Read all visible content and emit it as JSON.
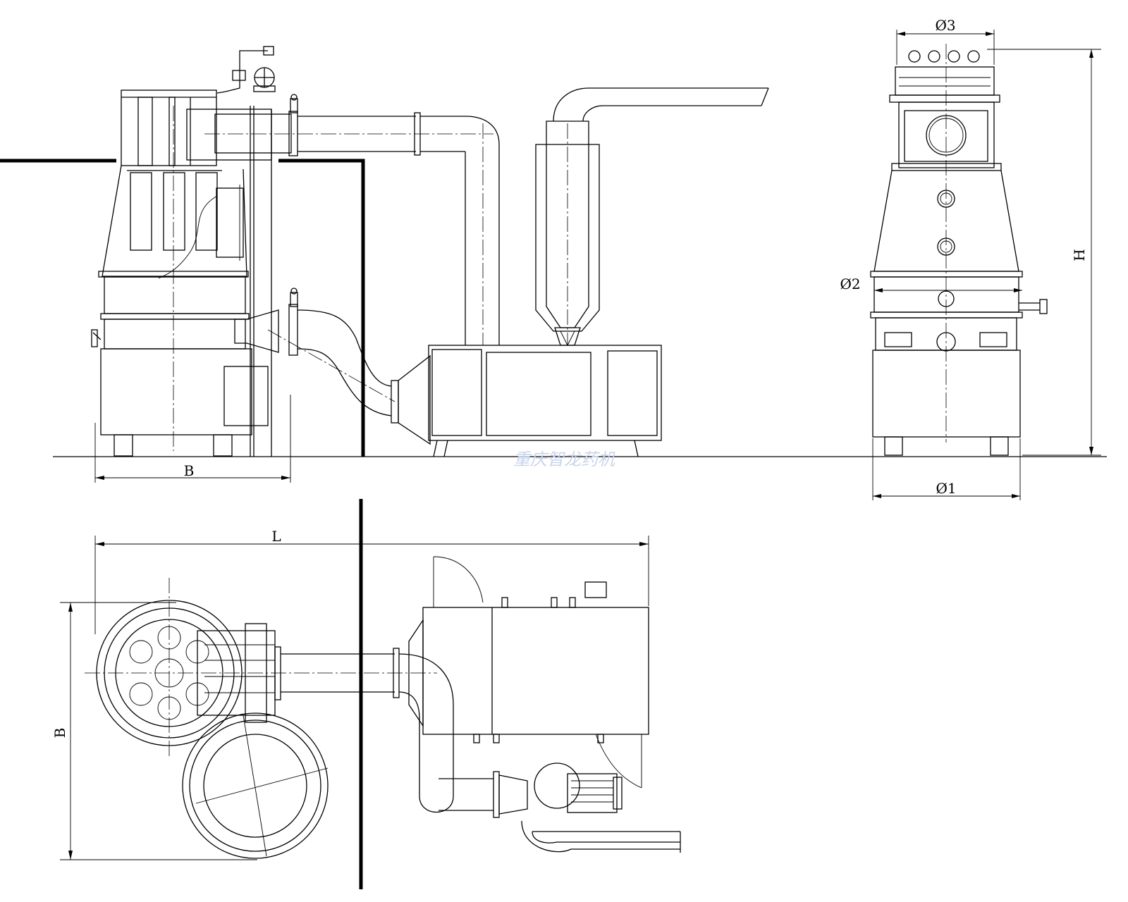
{
  "labels": {
    "phi3": "Ø3",
    "phi2": "Ø2",
    "phi1": "Ø1",
    "H": "H",
    "B_front": "B",
    "L": "L",
    "B_plan": "B"
  },
  "watermark": "重庆智龙药机",
  "colors": {
    "line": "#000000",
    "watermark": "#c9d4ec",
    "background": "#ffffff"
  }
}
